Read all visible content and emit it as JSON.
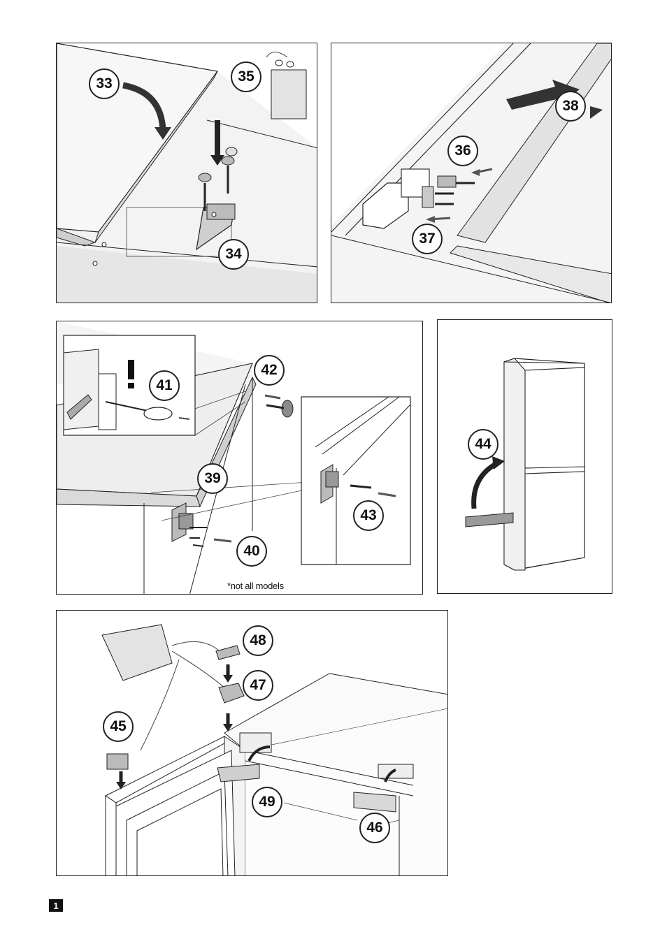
{
  "page": {
    "figure_number": "1"
  },
  "panels": {
    "p1": {
      "callouts": [
        "33",
        "34",
        "35"
      ]
    },
    "p2": {
      "callouts": [
        "36",
        "37",
        "38"
      ]
    },
    "p3": {
      "callouts": [
        "39",
        "40",
        "41",
        "42",
        "43"
      ],
      "warning_mark": "!",
      "footnote": "*not all models"
    },
    "p4": {
      "callouts": [
        "44"
      ]
    },
    "p5": {
      "callouts": [
        "45",
        "46",
        "47",
        "48",
        "49"
      ]
    }
  },
  "colors": {
    "line": "#222222",
    "fill_light": "#f0f0f0",
    "fill_mid": "#d9d9d9",
    "fill_dark": "#9a9a9a"
  },
  "icons": [
    "arrow-icon",
    "screw-icon",
    "hinge-icon",
    "bag-icon",
    "screwdriver-icon",
    "warning-icon",
    "fridge-icon"
  ]
}
